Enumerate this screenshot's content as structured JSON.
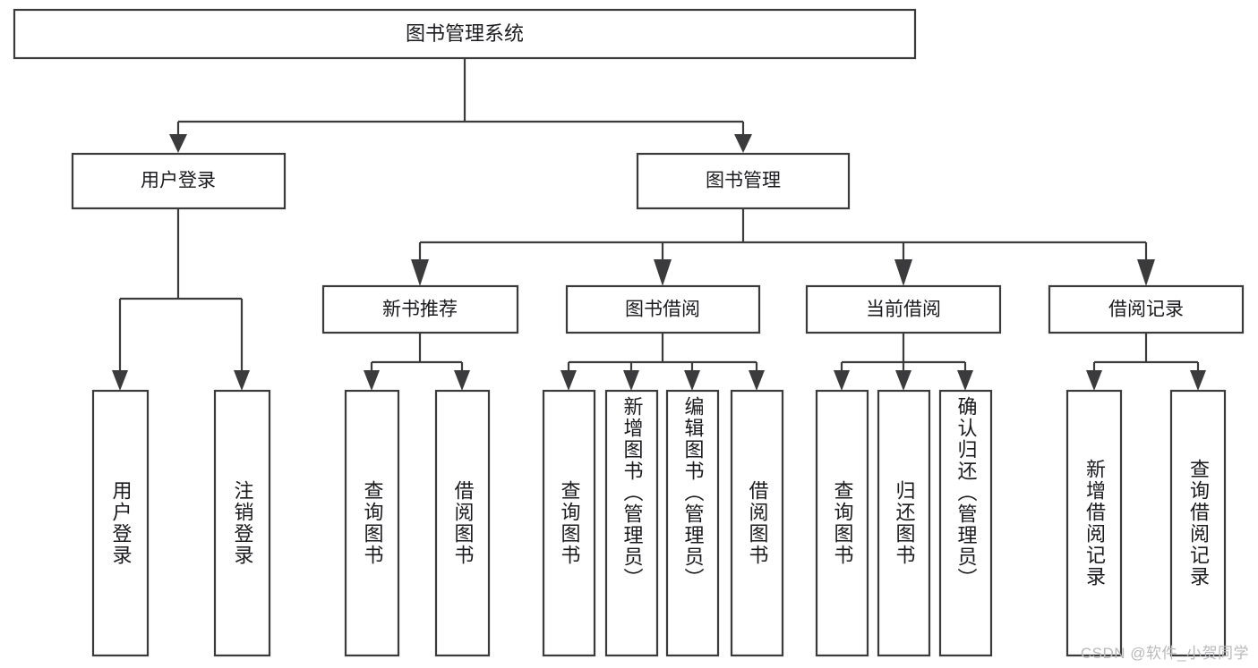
{
  "diagram": {
    "title": "图书管理系统",
    "type": "hierarchy-tree",
    "colors": {
      "background": "#ffffff",
      "box_stroke": "#3b3b3d",
      "box_fill": "#ffffff",
      "text": "#1b1b1f",
      "watermark": "#b9b9bb"
    },
    "root": {
      "label": "图书管理系统"
    },
    "level2": [
      {
        "label": "用户登录"
      },
      {
        "label": "图书管理"
      }
    ],
    "level3": [
      {
        "label": "新书推荐"
      },
      {
        "label": "图书借阅"
      },
      {
        "label": "当前借阅"
      },
      {
        "label": "借阅记录"
      }
    ],
    "leaves": {
      "user_login": [
        {
          "label": "用户登录"
        },
        {
          "label": "注销登录"
        }
      ],
      "new_book_recommend": [
        {
          "label": "查询图书"
        },
        {
          "label": "借阅图书"
        }
      ],
      "book_borrow": [
        {
          "label": "查询图书"
        },
        {
          "label": "新增图书（管理员）"
        },
        {
          "label": "编辑图书（管理员）"
        },
        {
          "label": "借阅图书"
        }
      ],
      "current_borrow": [
        {
          "label": "查询图书"
        },
        {
          "label": "归还图书"
        },
        {
          "label": "确认归还（管理员）"
        }
      ],
      "borrow_records": [
        {
          "label": "新增借阅记录"
        },
        {
          "label": "查询借阅记录"
        }
      ]
    }
  },
  "watermark": {
    "text": "CSDN @软件_小贺同学"
  }
}
